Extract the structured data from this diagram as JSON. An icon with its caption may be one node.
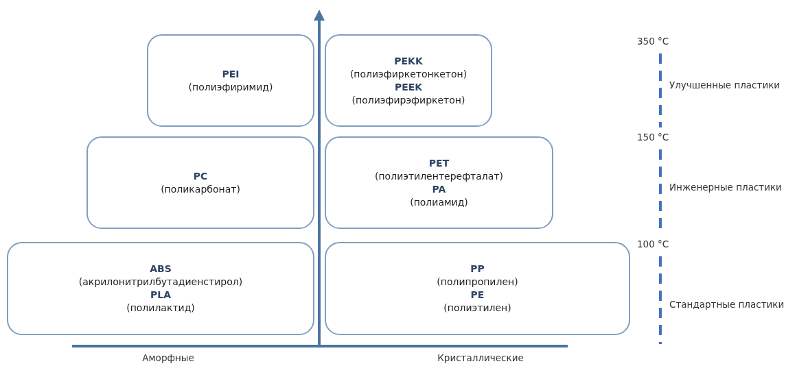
{
  "diagram": {
    "nodes": [
      {
        "text": [
          "PEI",
          "(полиэфиримид)"
        ]
      },
      {
        "text": [
          "PEKK",
          "(полиэфиркетонкетон)",
          "PEEK",
          "(полиэфирэфиркетон)"
        ]
      },
      {
        "text": [
          "PC",
          "(поликарбонат)"
        ]
      },
      {
        "text": [
          "PET",
          "(полиэтилентерефталат)",
          "PA",
          "(полиамид)"
        ]
      },
      {
        "text": [
          "ABS",
          "(акрилонитрилбутадиенстирол)",
          "PLA",
          "(полилактид)"
        ]
      },
      {
        "text": [
          "PP",
          "(полипропилен)",
          "PE",
          "(полиэтилен)"
        ]
      }
    ],
    "edges": [],
    "labels": [
      "350 °C",
      "Улучшенные пластики",
      "150 °C",
      "Инженерные пластики",
      "100 °C",
      "Стандартные пластики",
      "Аморфные",
      "Кристаллические"
    ]
  }
}
